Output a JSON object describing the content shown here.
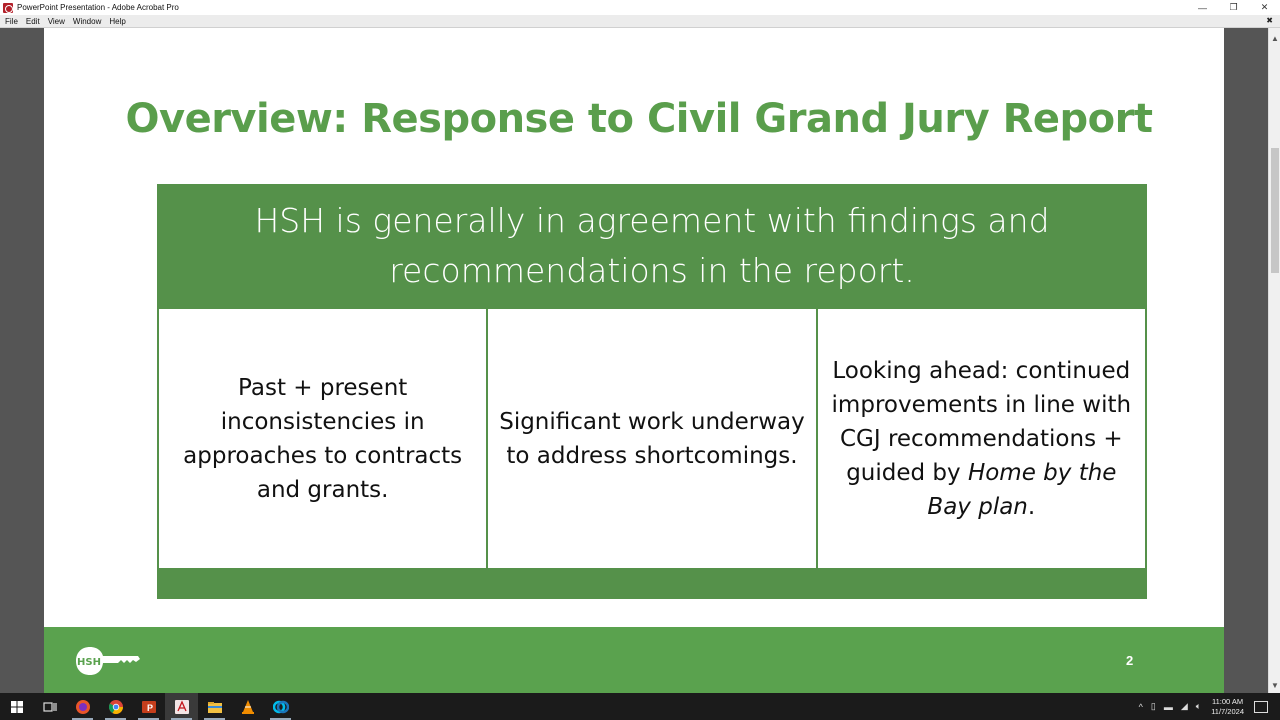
{
  "window": {
    "title": "PowerPoint Presentation - Adobe Acrobat Pro",
    "controls": {
      "minimize": "—",
      "restore": "❐",
      "close": "✕"
    }
  },
  "menubar": {
    "items": [
      "File",
      "Edit",
      "View",
      "Window",
      "Help"
    ],
    "close_doc": "✖"
  },
  "slide": {
    "title": "Overview: Response to Civil Grand Jury Report",
    "table": {
      "header": "HSH is generally in agreement with findings and recommendations in the report.",
      "cells": [
        {
          "text": "Past + present inconsistencies in approaches to contracts and grants."
        },
        {
          "text": "Significant work underway to address shortcomings."
        },
        {
          "text_before": "Looking ahead: continued improvements in line with CGJ recommendations + guided by ",
          "text_italic": "Home by the Bay plan",
          "text_after": "."
        }
      ]
    },
    "footer": {
      "logo_text": "HSH",
      "page_number": "2"
    },
    "colors": {
      "title_green": "#5a9e4c",
      "table_green": "#55914a",
      "footer_green": "#5aa24e"
    }
  },
  "scrollbar": {
    "up": "▲",
    "down": "▼"
  },
  "taskbar": {
    "apps": [
      {
        "name": "start",
        "glyph": "⊞"
      },
      {
        "name": "task-view",
        "glyph": "❐"
      },
      {
        "name": "firefox",
        "glyph": "●"
      },
      {
        "name": "chrome",
        "glyph": "●"
      },
      {
        "name": "powerpoint",
        "glyph": "P"
      },
      {
        "name": "acrobat",
        "glyph": "A"
      },
      {
        "name": "file-explorer",
        "glyph": "▬"
      },
      {
        "name": "vlc",
        "glyph": "▲"
      },
      {
        "name": "webex",
        "glyph": "◎"
      }
    ],
    "tray": {
      "chevron": "^",
      "time": "11:00 AM",
      "date": "11/7/2024"
    }
  }
}
